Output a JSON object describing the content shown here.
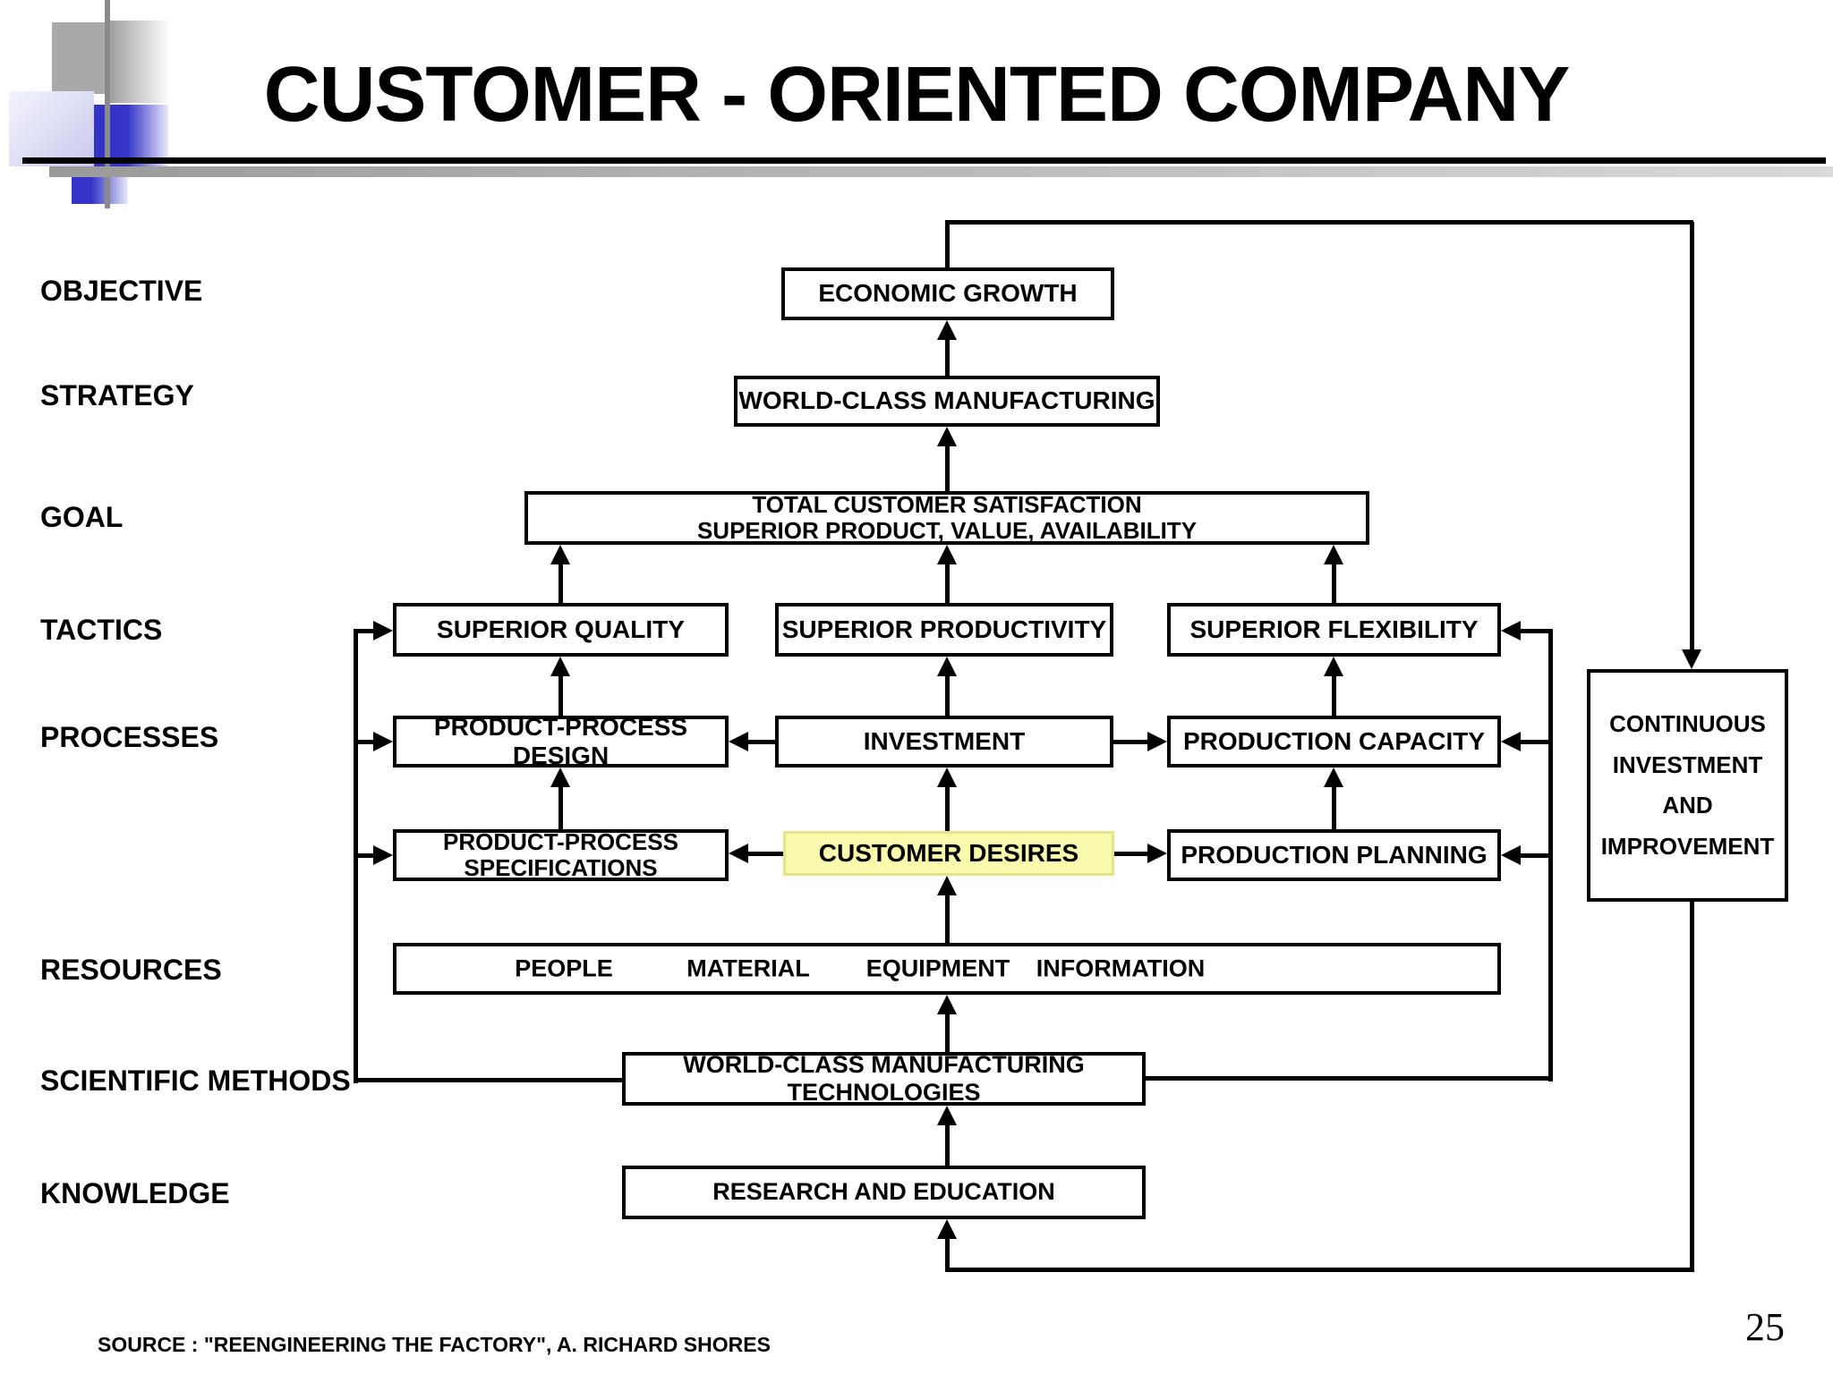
{
  "slide": {
    "title": "CUSTOMER - ORIENTED COMPANY",
    "page_number": "25",
    "source_note": "SOURCE : \"REENGINEERING THE FACTORY\", A. RICHARD SHORES"
  },
  "row_labels": {
    "objective": "OBJECTIVE",
    "strategy": "STRATEGY",
    "goal": "GOAL",
    "tactics": "TACTICS",
    "processes": "PROCESSES",
    "resources": "RESOURCES",
    "scientific_methods": "SCIENTIFIC METHODS",
    "knowledge": "KNOWLEDGE"
  },
  "boxes": {
    "economic_growth": "ECONOMIC GROWTH",
    "world_class_manufacturing": "WORLD-CLASS MANUFACTURING",
    "total_satisfaction_line1": "TOTAL CUSTOMER SATISFACTION",
    "total_satisfaction_line2": "SUPERIOR PRODUCT, VALUE, AVAILABILITY",
    "superior_quality": "SUPERIOR QUALITY",
    "superior_productivity": "SUPERIOR PRODUCTIVITY",
    "superior_flexibility": "SUPERIOR FLEXIBILITY",
    "product_process_design": "PRODUCT-PROCESS DESIGN",
    "investment": "INVESTMENT",
    "production_capacity": "PRODUCTION CAPACITY",
    "specifications_line1": "PRODUCT-PROCESS",
    "specifications_line2": "SPECIFICATIONS",
    "customer_desires": "CUSTOMER DESIRES",
    "production_planning": "PRODUCTION PLANNING",
    "wcm_technologies": "WORLD-CLASS MANUFACTURING TECHNOLOGIES",
    "research_and_education": "RESEARCH AND EDUCATION",
    "continuous_line1": "CONTINUOUS",
    "continuous_line2": "INVESTMENT",
    "continuous_line3": "AND",
    "continuous_line4": "IMPROVEMENT"
  },
  "resources_items": [
    "PEOPLE",
    "MATERIAL",
    "EQUIPMENT",
    "INFORMATION"
  ],
  "colors": {
    "highlight_fill": "#FAFAAE",
    "highlight_border": "#E4E487",
    "accent_blue": "#3434C8",
    "decor_gray": "#A9A9A9"
  }
}
